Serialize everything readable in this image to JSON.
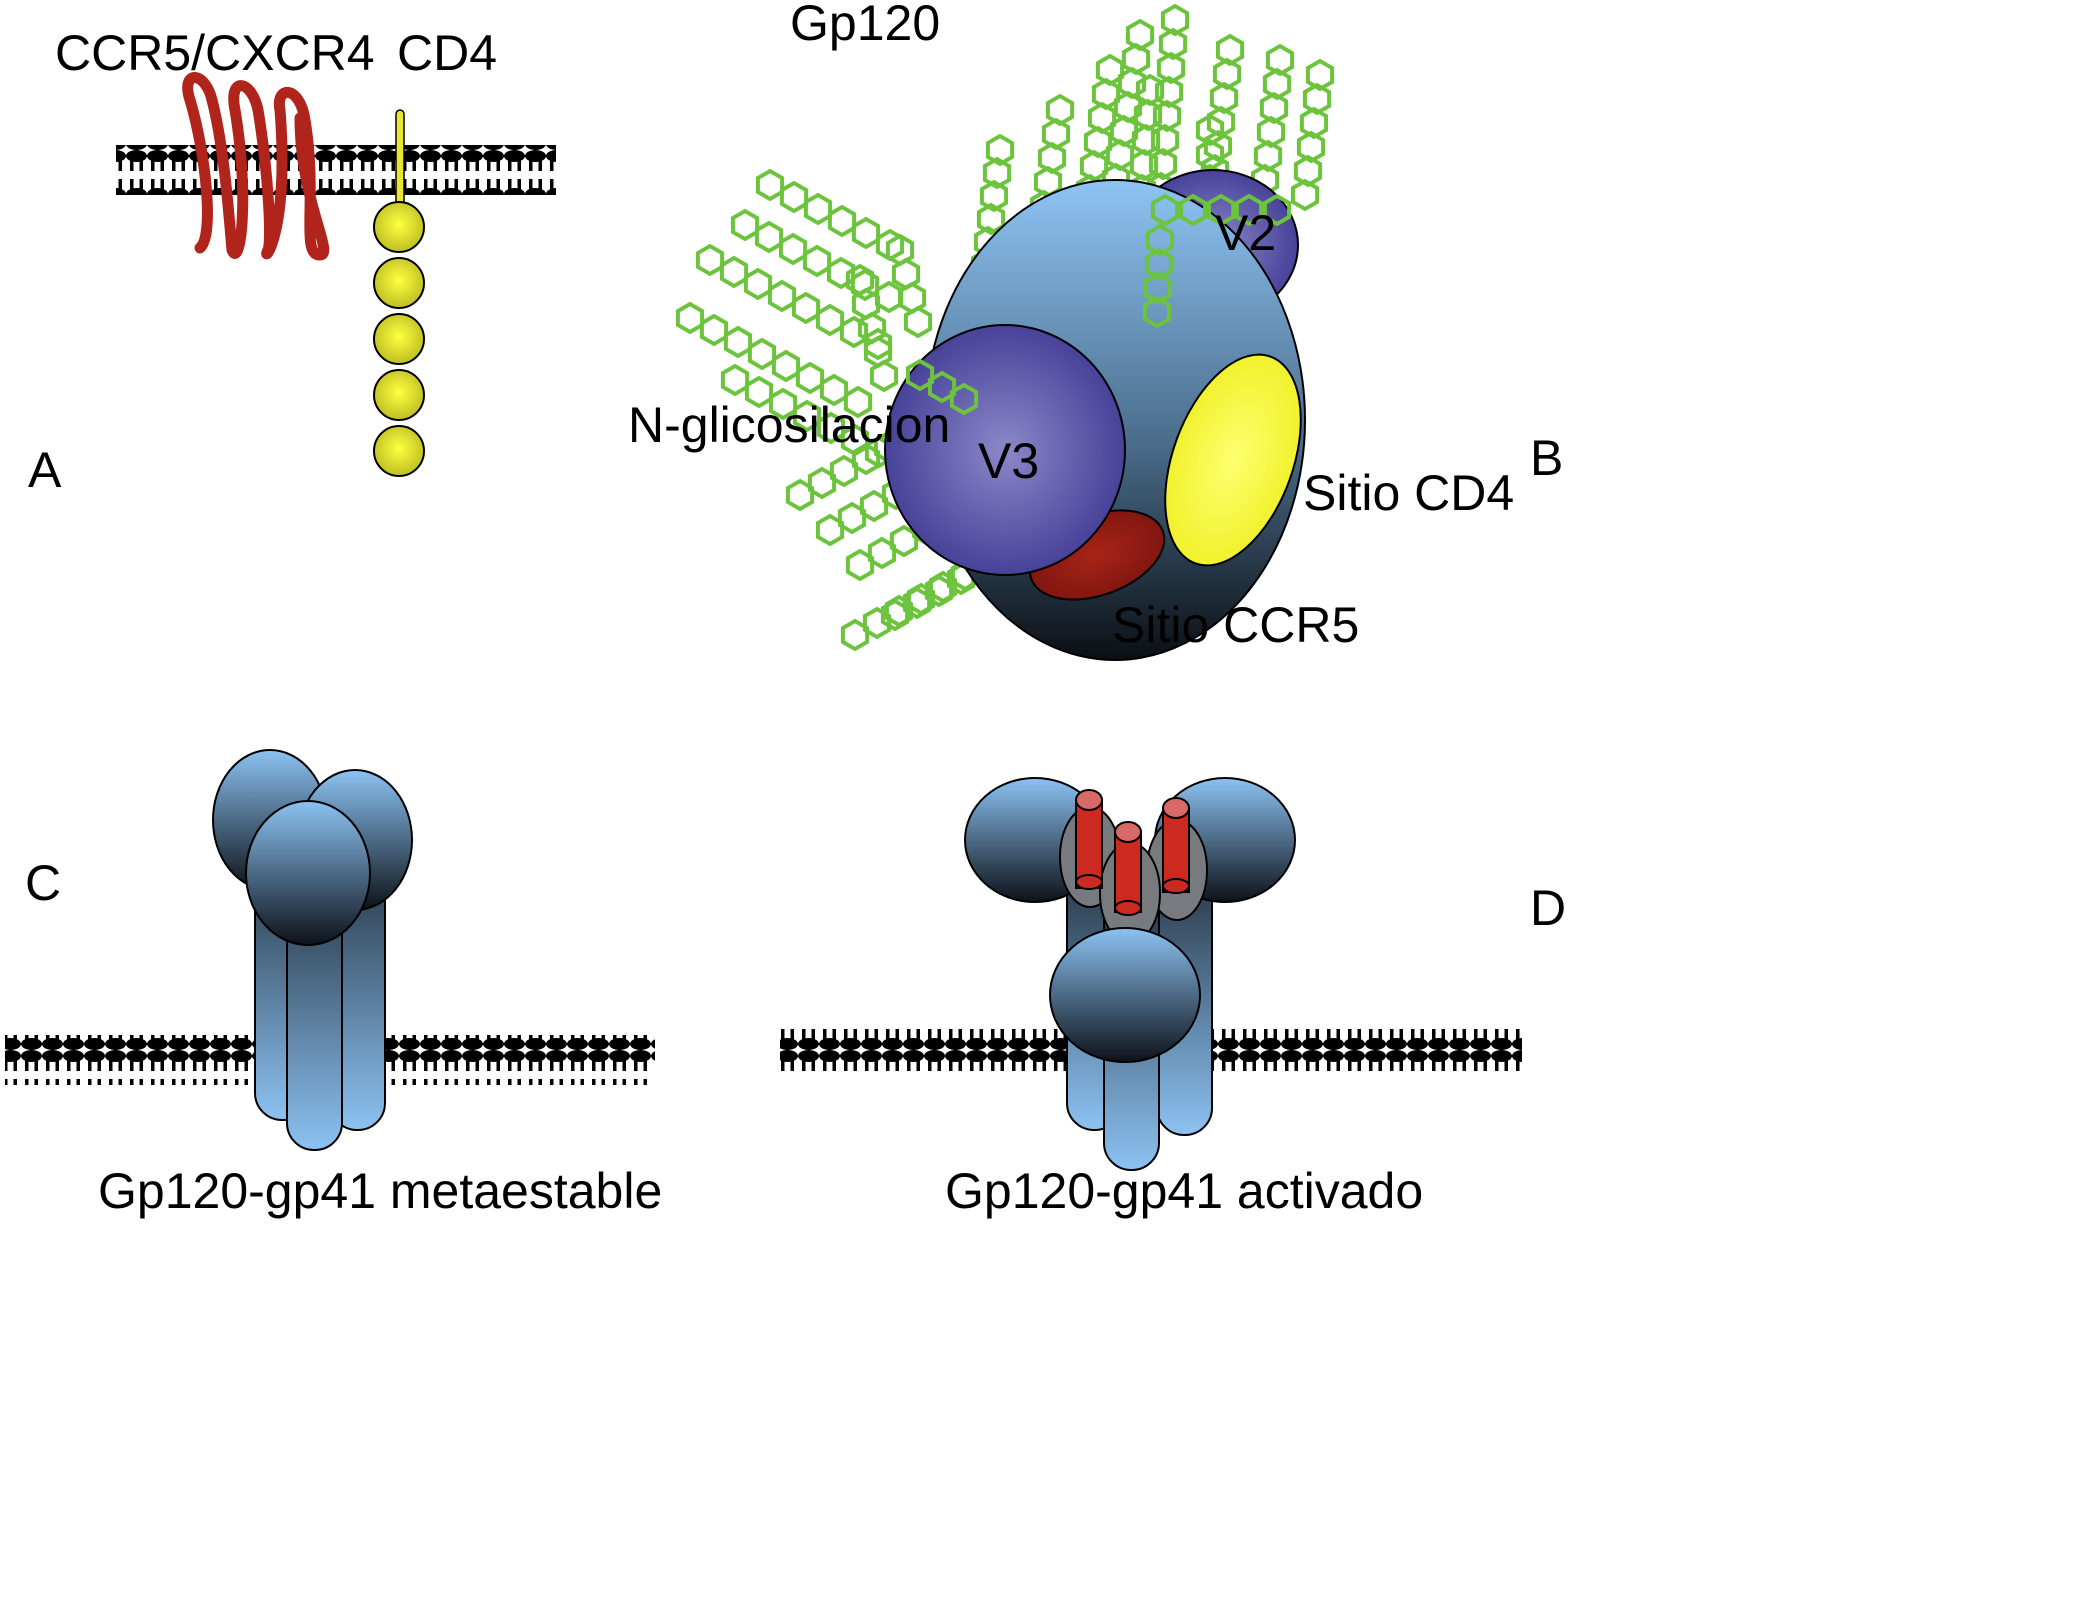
{
  "panels": {
    "a": {
      "letter": "A",
      "coreceptor_label": "CCR5/CXCR4",
      "receptor_label": "CD4",
      "cd4_domain_count": 5
    },
    "b": {
      "letter": "B",
      "title": "Gp120",
      "glycosylation_label": "N-glicosilacion",
      "v3_label": "V3",
      "v2_label": "V2",
      "cd4_site_label": "Sitio CD4",
      "ccr5_site_label": "Sitio CCR5"
    },
    "c": {
      "letter": "C",
      "caption": "Gp120-gp41 metaestable"
    },
    "d": {
      "letter": "D",
      "caption": "Gp120-gp41 activado"
    }
  },
  "colors": {
    "coreceptor": "#b0241c",
    "cd4": "#e8e630",
    "glycan": "#6cc43c",
    "gp120_light": "#8cc0ef",
    "gp120_dark": "#0c121a",
    "variable_loop": "#4b46a0",
    "cd4_site": "#f5f53c",
    "ccr5_site": "#8c1a14",
    "fusion_peptide": "#cc2a20",
    "membrane": "#000000"
  }
}
